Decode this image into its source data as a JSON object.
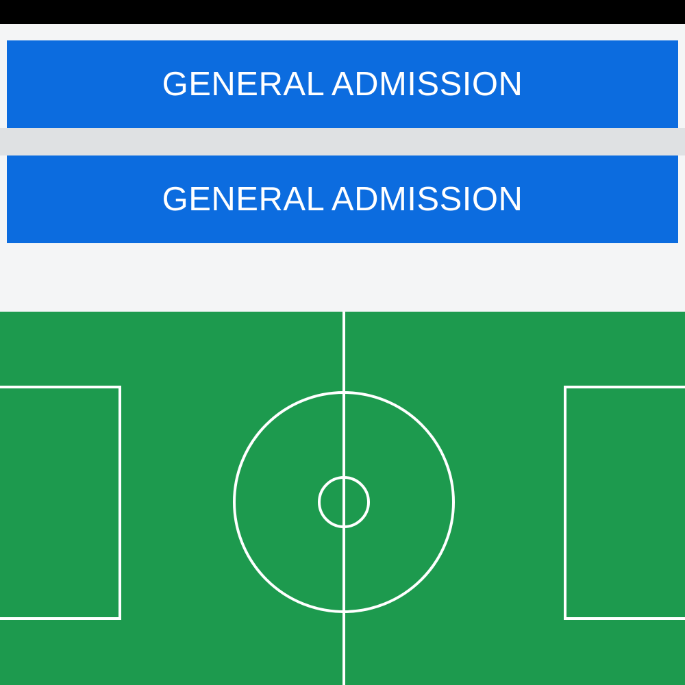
{
  "map": {
    "title": "stadium-seating-map",
    "background_color": "#f4f5f6",
    "frame_color": "#000000"
  },
  "sections": [
    {
      "id": "ga-upper",
      "label": "GENERAL ADMISSION",
      "color": "#0c6cdf",
      "text_color": "#ffffff"
    },
    {
      "id": "ga-lower",
      "label": "GENERAL ADMISSION",
      "color": "#0c6cdf",
      "text_color": "#ffffff"
    }
  ],
  "divider": {
    "color": "#dfe1e3"
  },
  "field": {
    "name": "soccer-pitch",
    "grass_color": "#1d9a4e",
    "line_color": "#ffffff"
  }
}
